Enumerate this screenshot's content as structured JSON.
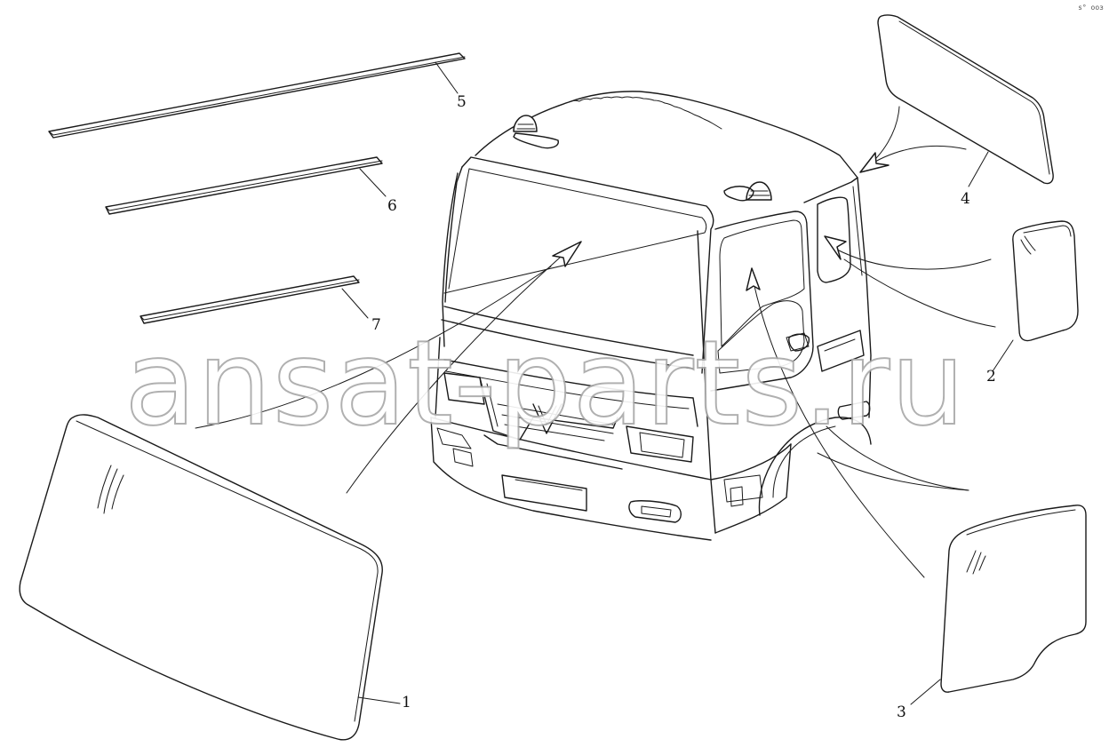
{
  "callouts": [
    {
      "id": "1",
      "label": "1"
    },
    {
      "id": "2",
      "label": "2"
    },
    {
      "id": "3",
      "label": "3"
    },
    {
      "id": "4",
      "label": "4"
    },
    {
      "id": "5",
      "label": "5"
    },
    {
      "id": "6",
      "label": "6"
    },
    {
      "id": "7",
      "label": "7"
    }
  ],
  "watermark": "ansat-parts.ru",
  "corner_code": "s° ооз",
  "parts": [
    {
      "callout": "1",
      "icon": "windshield-glass"
    },
    {
      "callout": "2",
      "icon": "rear-quarter-window-glass"
    },
    {
      "callout": "3",
      "icon": "door-window-glass"
    },
    {
      "callout": "4",
      "icon": "rear-window-glass"
    },
    {
      "callout": "5",
      "icon": "seal-strip"
    },
    {
      "callout": "6",
      "icon": "seal-strip"
    },
    {
      "callout": "7",
      "icon": "seal-strip"
    }
  ]
}
